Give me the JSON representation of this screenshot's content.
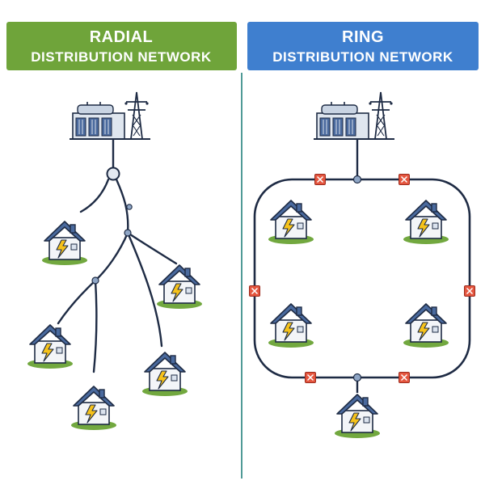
{
  "colors": {
    "radial_banner": "#6fa43a",
    "ring_banner": "#3f7fcf",
    "divider": "#4f9a96",
    "line": "#1e2b44",
    "house_roof": "#4a6a9e",
    "house_wall": "#f3f5f8",
    "grass": "#72a83f",
    "bolt": "#f6c21a",
    "switch": "#e4563f"
  },
  "radial": {
    "title_line1": "RADIAL",
    "title_line2": "DISTRIBUTION NETWORK"
  },
  "ring": {
    "title_line1": "RING",
    "title_line2": "DISTRIBUTION NETWORK"
  },
  "icons": {
    "substation": "substation-icon",
    "pylon": "transmission-tower-icon",
    "house": "house-icon",
    "switch": "circuit-breaker-icon",
    "bolt": "lightning-bolt-icon"
  }
}
